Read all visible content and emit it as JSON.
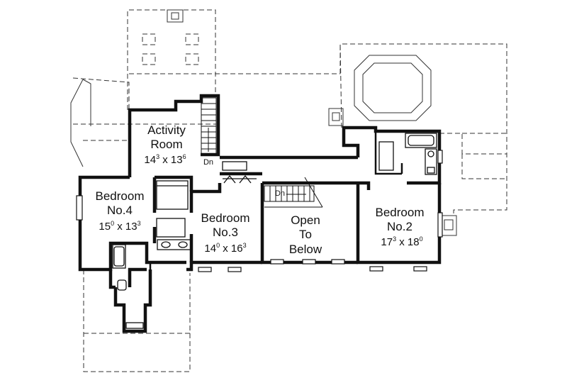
{
  "rooms": {
    "activity": {
      "name_line1": "Activity",
      "name_line2": "Room",
      "dim_a": "14",
      "dim_a_sup": "3",
      "dim_b": "13",
      "dim_b_sup": "6"
    },
    "bedroom4": {
      "name_line1": "Bedroom",
      "name_line2": "No.4",
      "dim_a": "15",
      "dim_a_sup": "0",
      "dim_b": "13",
      "dim_b_sup": "3"
    },
    "bedroom3": {
      "name_line1": "Bedroom",
      "name_line2": "No.3",
      "dim_a": "14",
      "dim_a_sup": "0",
      "dim_b": "16",
      "dim_b_sup": "3"
    },
    "open": {
      "line1": "Open",
      "line2": "To",
      "line3": "Below"
    },
    "bedroom2": {
      "name_line1": "Bedroom",
      "name_line2": "No.2",
      "dim_a": "17",
      "dim_a_sup": "3",
      "dim_b": "18",
      "dim_b_sup": "0"
    }
  },
  "stairs": {
    "activity_down": "Dn",
    "open_down": "Dn"
  },
  "dim_separator": " x "
}
